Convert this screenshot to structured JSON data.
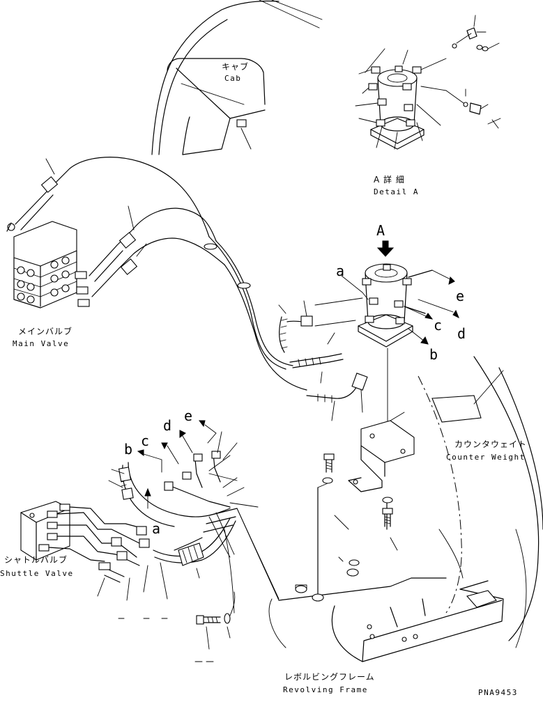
{
  "labels": {
    "cab_jp": "キャブ",
    "cab_en": "Cab",
    "detail_jp": "A 詳 細",
    "detail_en": "Detail A",
    "view_a": "A",
    "main_valve_jp": "メインバルブ",
    "main_valve_en": "Main Valve",
    "counterweight_jp": "カウンタウェイト",
    "counterweight_en": "Counter Weight",
    "shuttle_valve_jp": "シャトルバルブ",
    "shuttle_valve_en": "Shuttle Valve",
    "frame_jp": "レボルビングフレーム",
    "frame_en": "Revolving Frame",
    "drawing_no": "PNA9453"
  },
  "refs": {
    "joint": {
      "a": "a",
      "b": "b",
      "c": "c",
      "d": "d",
      "e": "e"
    },
    "shuttle": {
      "a": "a",
      "b": "b",
      "c": "c",
      "d": "d",
      "e": "e"
    }
  },
  "colors": {
    "ink": "#000000",
    "paper": "#ffffff"
  }
}
